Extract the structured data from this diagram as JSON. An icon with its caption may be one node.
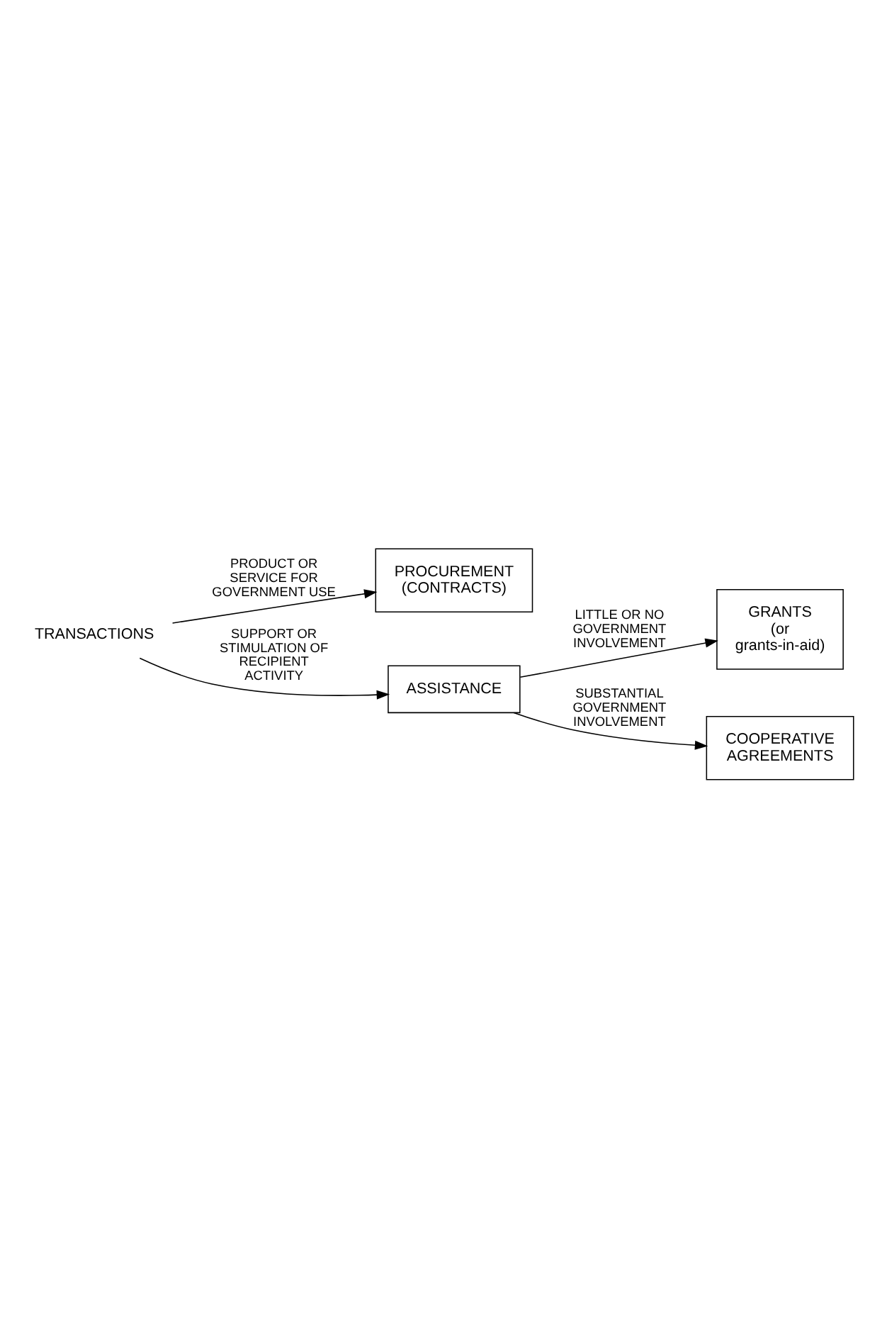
{
  "diagram": {
    "nodes": [
      {
        "text": [
          "TRANSACTIONS"
        ]
      },
      {
        "text": [
          "PROCUREMENT (CONTRACTS)"
        ]
      },
      {
        "text": [
          "ASSISTANCE"
        ]
      },
      {
        "text": [
          "GRANTS",
          "(or grants-in-aid)"
        ]
      },
      {
        "text": [
          "COOPERATIVE AGREEMENTS"
        ]
      }
    ],
    "edges": [
      {
        "from": 0,
        "to": 1,
        "arrow": "to",
        "label": "PRODUCT OR SERVICE FOR GOVERNMENT USE"
      },
      {
        "from": 0,
        "to": 2,
        "arrow": "to",
        "label": "SUPPORT OR STIMULATION OF RECIPIENT ACTIVITY"
      },
      {
        "from": 2,
        "to": 3,
        "arrow": "to",
        "label": "LITTLE OR NO GOVERNMENT INVOLVEMENT"
      },
      {
        "from": 2,
        "to": 4,
        "arrow": "to",
        "label": "SUBSTANTIAL GOVERNMENT INVOLVEMENT"
      }
    ]
  }
}
